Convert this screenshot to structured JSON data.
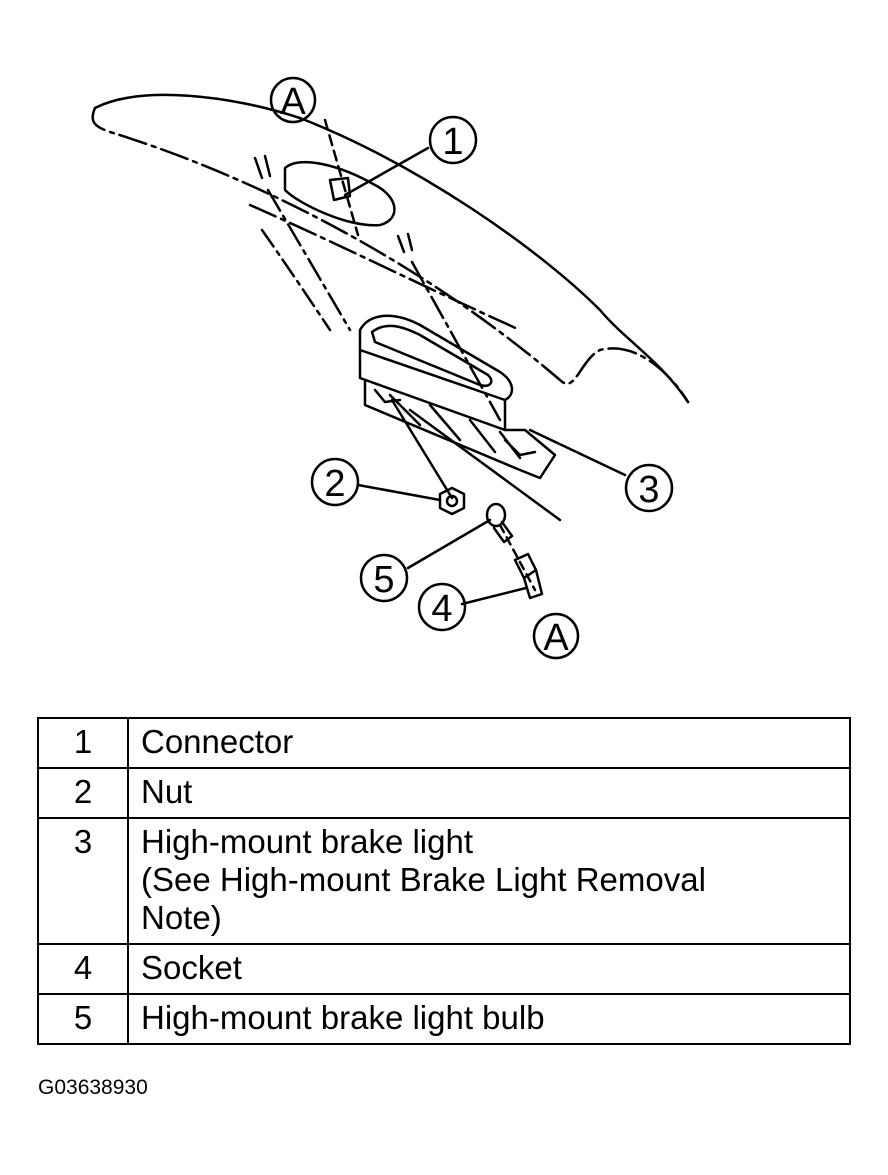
{
  "callouts": {
    "c1": "1",
    "c2": "2",
    "c3": "3",
    "c4": "4",
    "c5": "5",
    "a_top": "A",
    "a_bottom": "A"
  },
  "legend": [
    {
      "number": "1",
      "lines": [
        "Connector"
      ]
    },
    {
      "number": "2",
      "lines": [
        "Nut"
      ]
    },
    {
      "number": "3",
      "lines": [
        "High-mount brake light",
        "(See High-mount Brake Light Removal",
        "Note)"
      ]
    },
    {
      "number": "4",
      "lines": [
        "Socket"
      ]
    },
    {
      "number": "5",
      "lines": [
        "High-mount brake light bulb"
      ]
    }
  ],
  "figure_code": "G03638930"
}
